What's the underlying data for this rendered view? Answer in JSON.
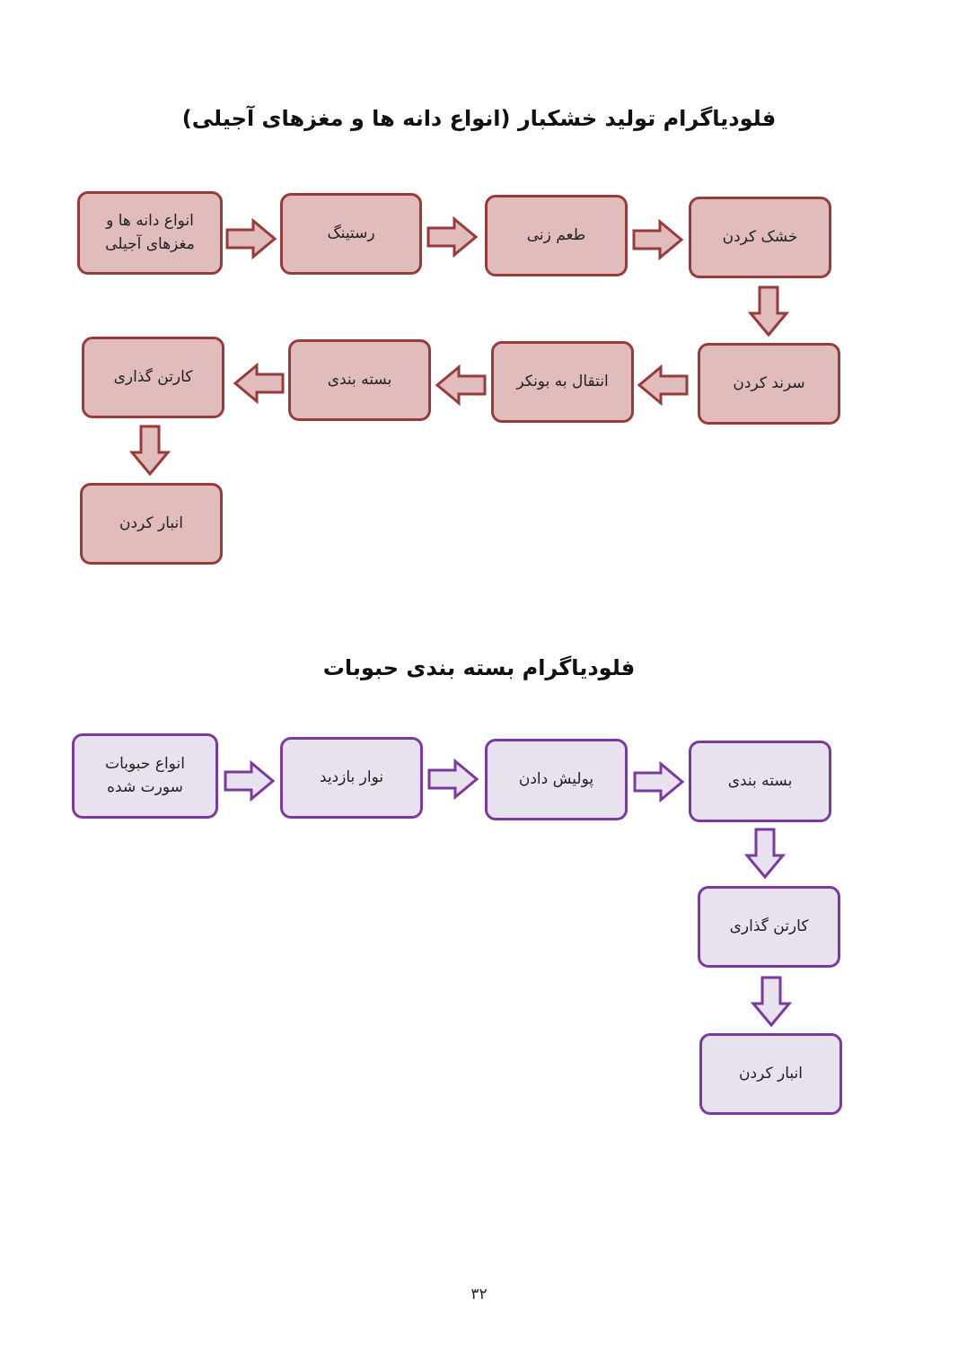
{
  "diagram1": {
    "title": "فلودیاگرام تولید خشکبار (انواع دانه ها و مغزهای آجیلی)",
    "colors": {
      "fill": "#e1bcbc",
      "stroke": "#973b3b"
    },
    "steps": [
      "انواع دانه ها و\nمغزهای آجیلی",
      "رستینگ",
      "طعم زنی",
      "خشک کردن",
      "سرند کردن",
      "انتقال به بونکر",
      "بسته بندی",
      "کارتن گذاری",
      "انبار کردن"
    ]
  },
  "diagram2": {
    "title": "فلودیاگرام بسته بندی حبوبات",
    "colors": {
      "fill": "#e7e2ee",
      "stroke": "#7b3a9e"
    },
    "steps": [
      "انواع حبوبات\nسورت شده",
      "نوار بازدید",
      "پولیش دادن",
      "بسته بندی",
      "کارتن گذاری",
      "انبار کردن"
    ]
  },
  "page_number": "۳۲"
}
